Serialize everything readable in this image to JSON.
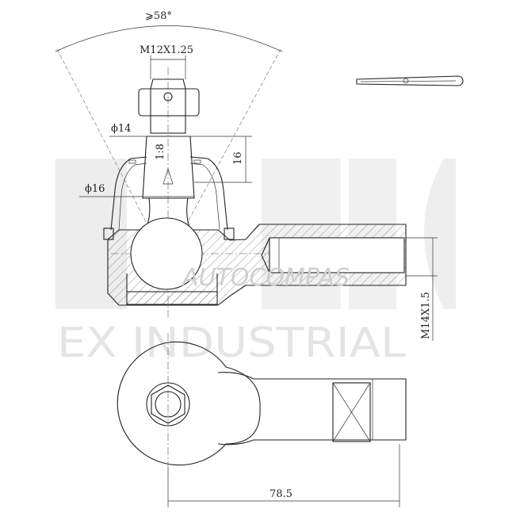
{
  "drawing": {
    "angle_label": "⩾58°",
    "stud_thread_label": "M12X1.25",
    "diameter_14_label": "ϕ14",
    "diameter_16_label": "ϕ16",
    "taper_label": "1:8",
    "taper_length_label": "16",
    "inner_thread_label": "M14X1.5",
    "length_label": "78.5"
  },
  "watermark": {
    "brand": "AUTOCOMPAS",
    "company": "EX INDUSTRIAL"
  },
  "colors": {
    "line": "#222222",
    "watermark": "#e4e4e4"
  }
}
